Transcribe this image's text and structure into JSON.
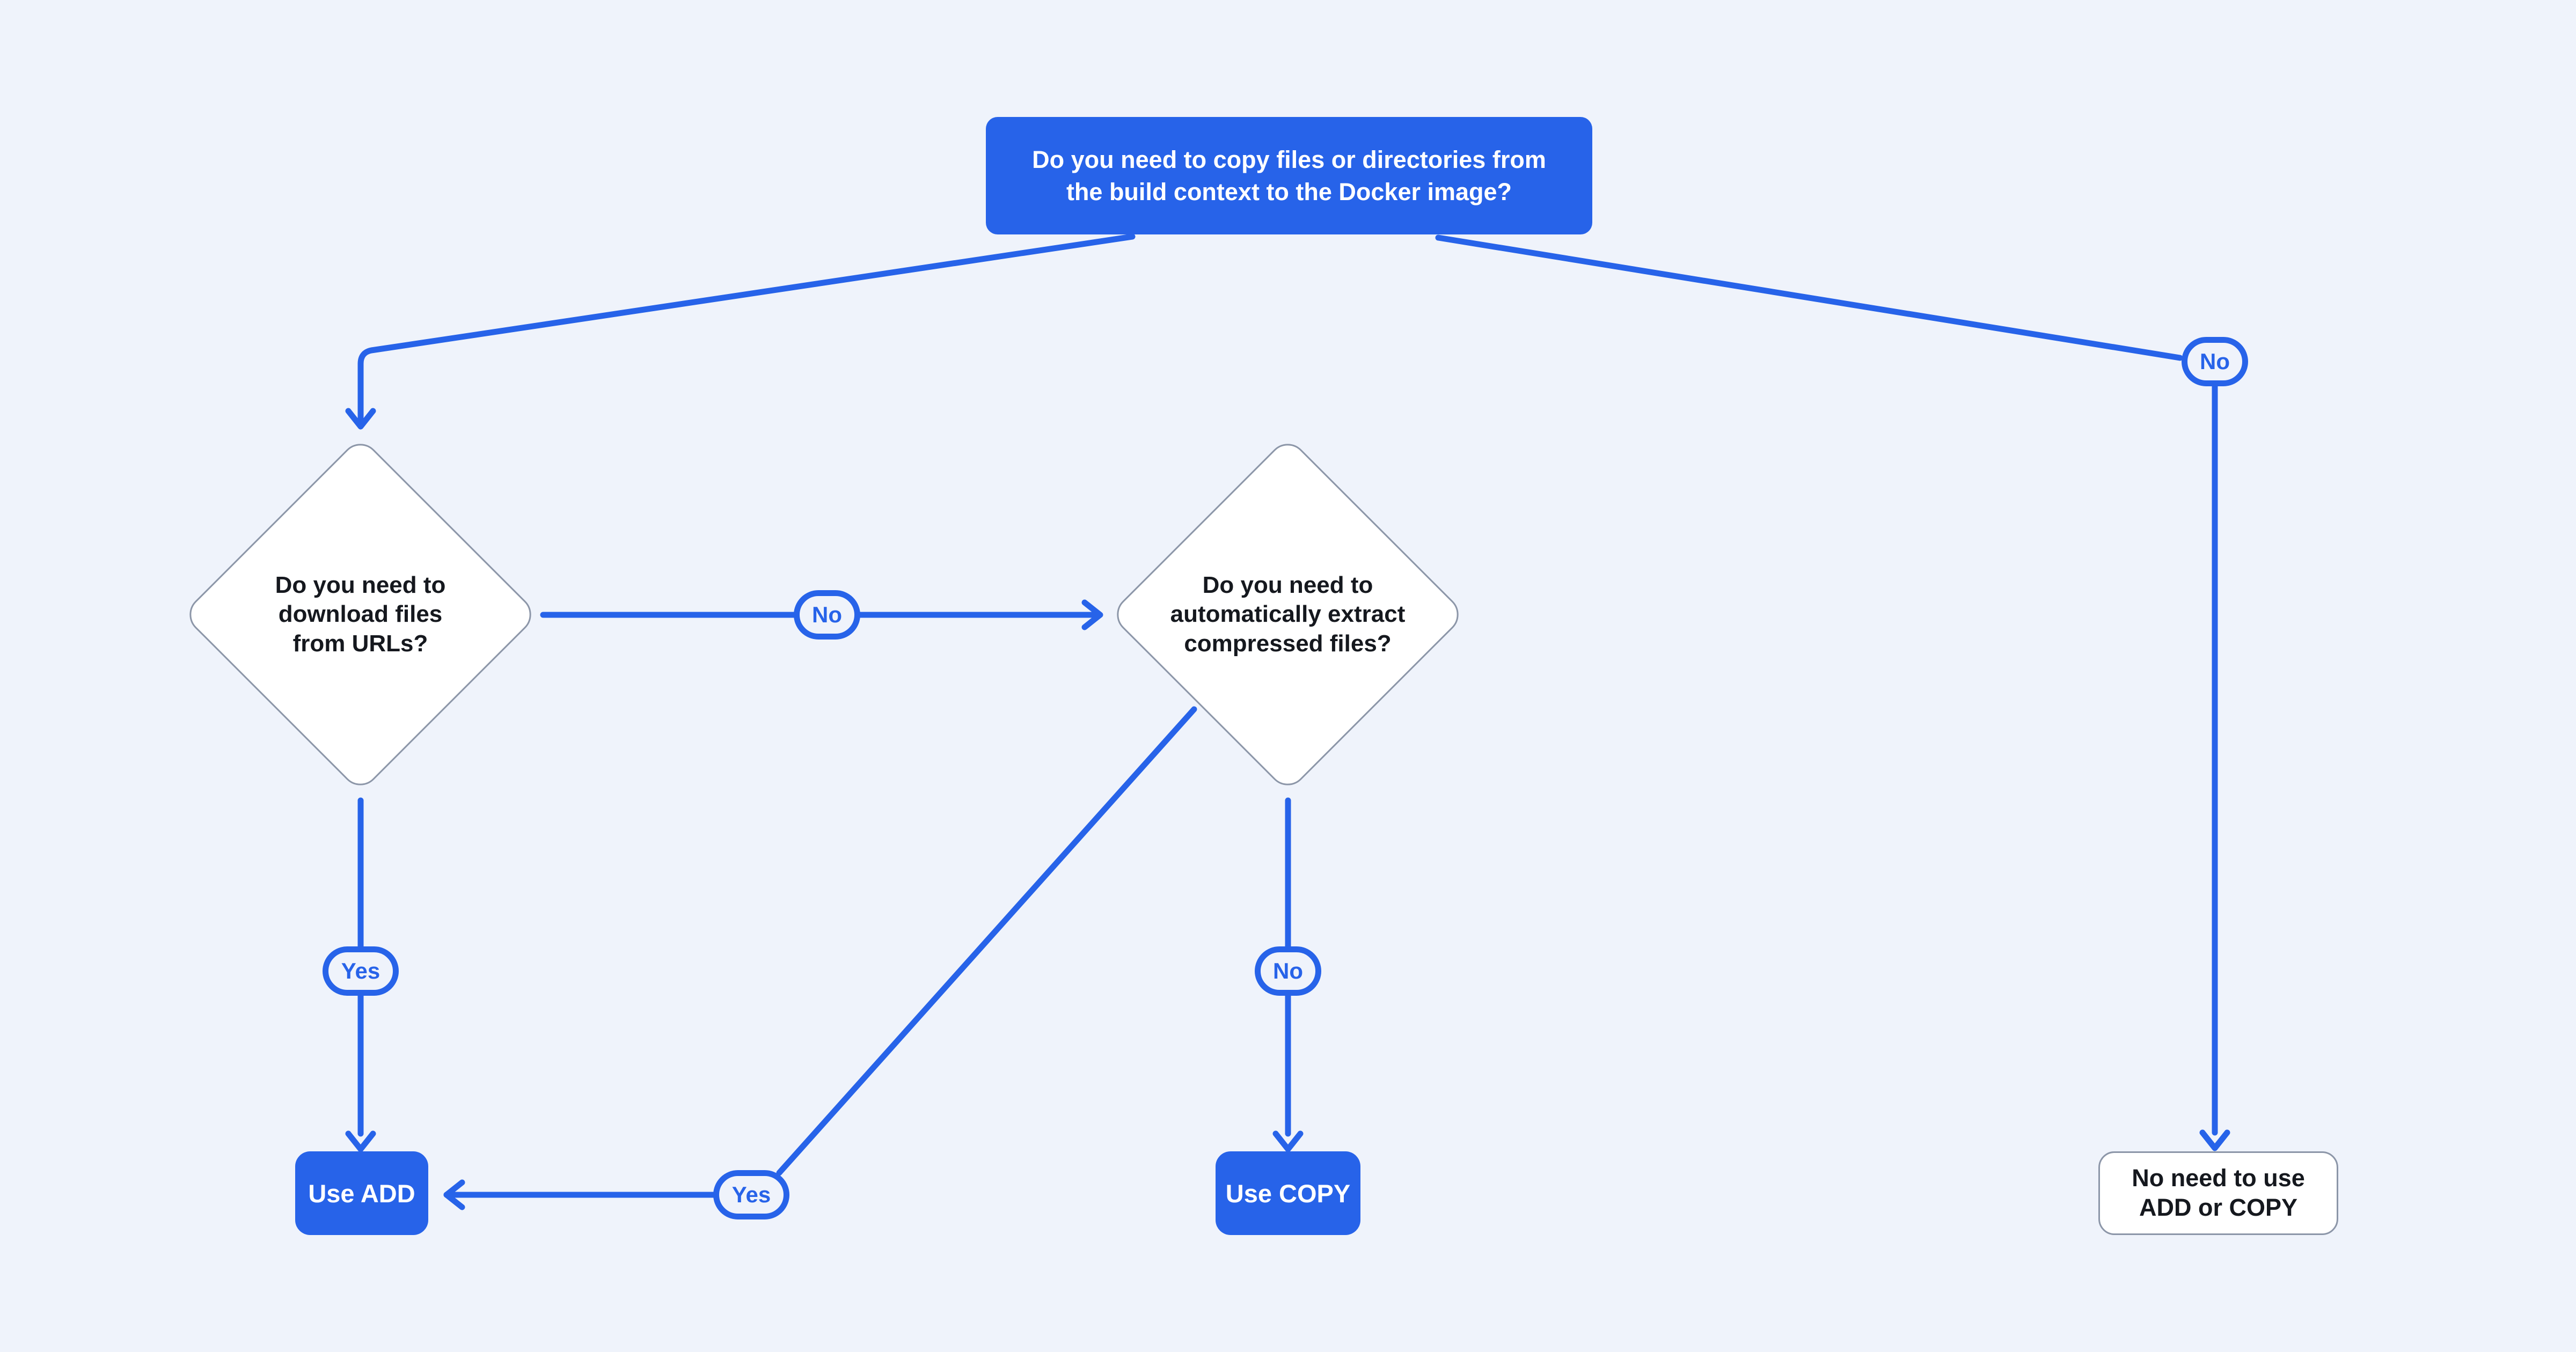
{
  "colors": {
    "background": "#EFF3FB",
    "accent_blue": "#2763E9",
    "dark_text": "#15181E",
    "node_border_gray": "#8C96A8",
    "node_fill_white": "#FFFFFF",
    "light_text": "#FFFFFF"
  },
  "flowchart": {
    "root_question": {
      "label": "Do you need to copy files or directories from\nthe build context to the Docker image?"
    },
    "decisions": [
      {
        "id": "download-urls",
        "label": "Do you need to\ndownload files\nfrom URLs?"
      },
      {
        "id": "extract-compressed",
        "label": "Do you need to\nautomatically extract\ncompressed files?"
      }
    ],
    "edge_labels": [
      {
        "id": "no-download-to-extract",
        "label": "No"
      },
      {
        "id": "yes-download-to-add",
        "label": "Yes"
      },
      {
        "id": "no-extract-to-copy",
        "label": "No"
      },
      {
        "id": "yes-extract-to-add",
        "label": "Yes"
      },
      {
        "id": "no-root-to-none",
        "label": "No"
      }
    ],
    "results": [
      {
        "id": "use-add",
        "label": "Use ADD"
      },
      {
        "id": "use-copy",
        "label": "Use COPY"
      },
      {
        "id": "no-need",
        "label": "No need to use\nADD or COPY"
      }
    ]
  }
}
